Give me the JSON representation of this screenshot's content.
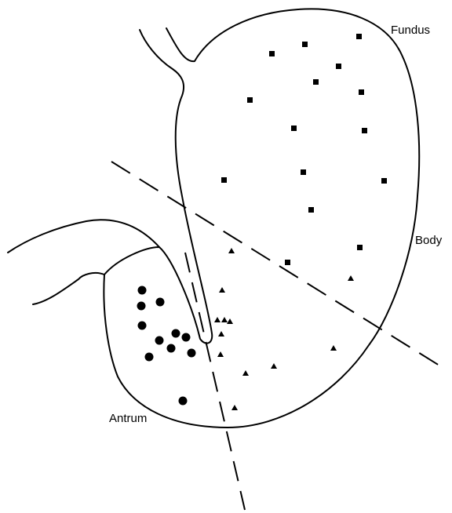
{
  "labels": {
    "fundus": "Fundus",
    "body": "Body",
    "antrum": "Antrum"
  },
  "legend_markers": {
    "fundus": "square",
    "body": "triangle",
    "antrum": "circle"
  },
  "colors": {
    "ink": "#000000",
    "background": "#ffffff"
  }
}
